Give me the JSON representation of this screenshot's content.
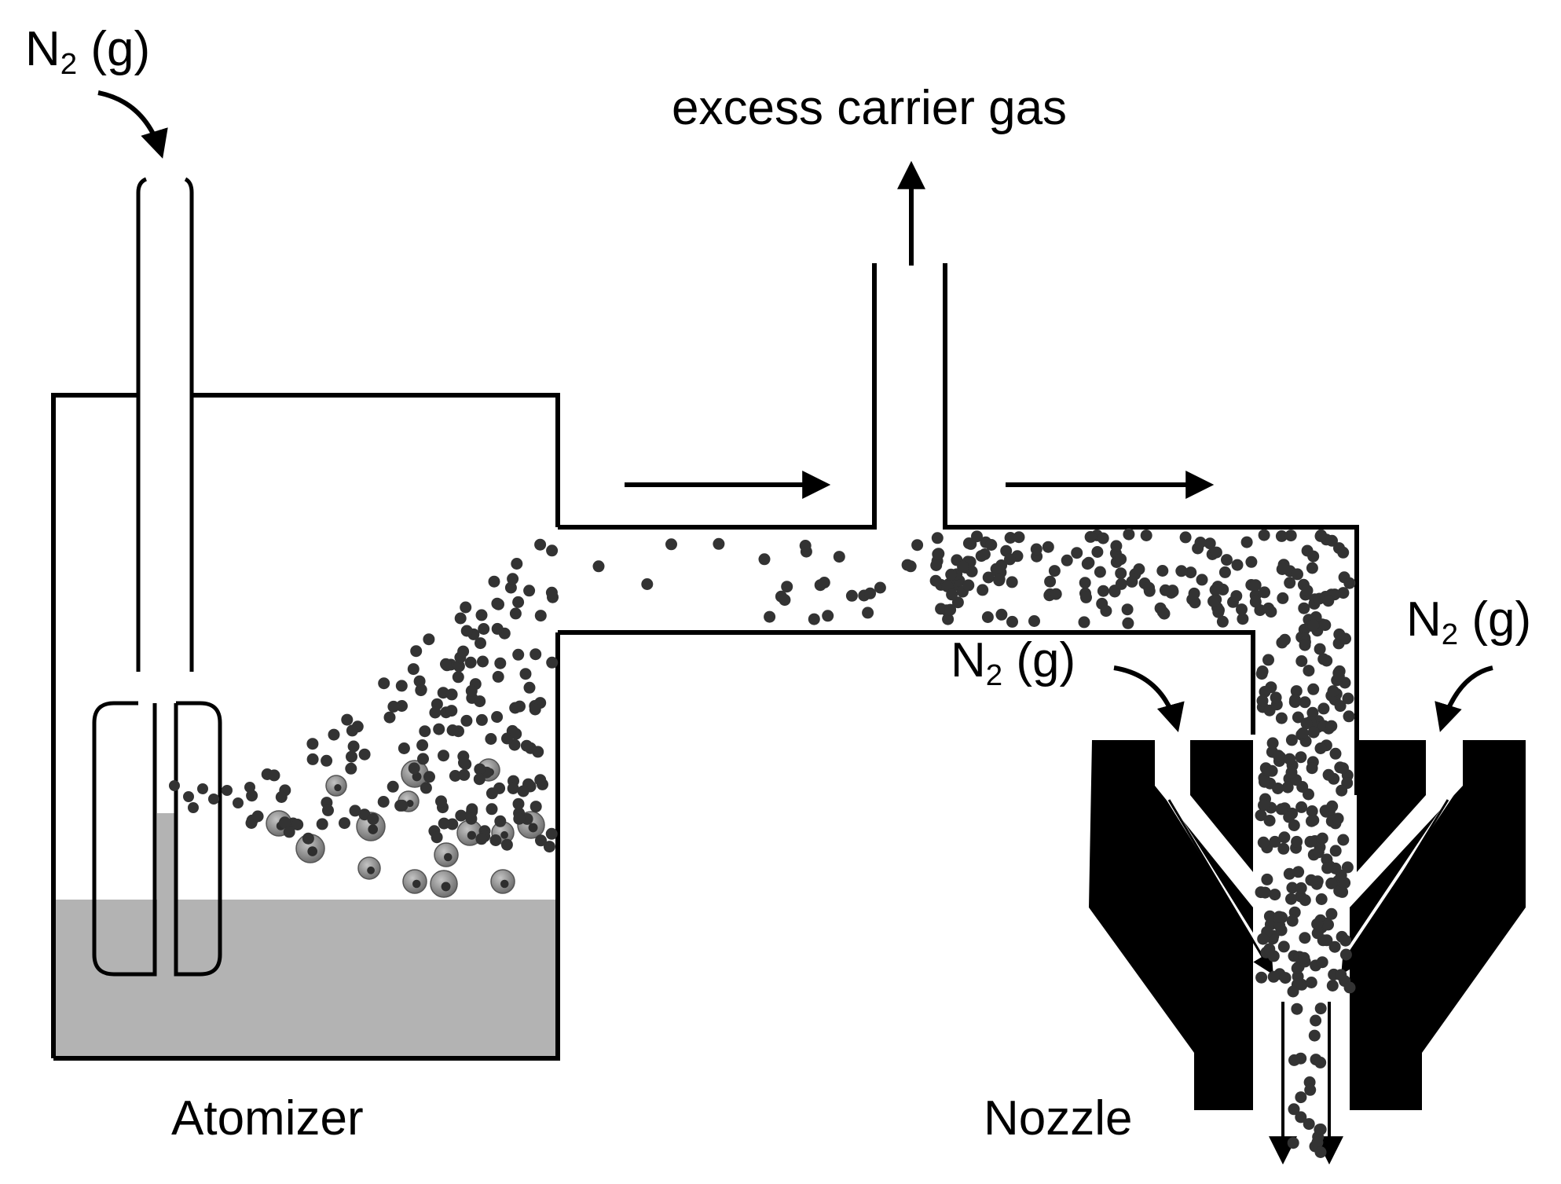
{
  "labels": {
    "n2_top": {
      "base": "N",
      "sub": "2",
      "rest": " (g)"
    },
    "excess": "excess carrier gas",
    "n2_mid": {
      "base": "N",
      "sub": "2",
      "rest": " (g)"
    },
    "n2_right": {
      "base": "N",
      "sub": "2",
      "rest": " (g)"
    },
    "atomizer": "Atomizer",
    "nozzle": "Nozzle"
  },
  "colors": {
    "line": "#000000",
    "liquid": "#b3b3b3",
    "particle": "#333333",
    "droplet": "#7a7a7a",
    "nozzle_body": "#000000"
  }
}
